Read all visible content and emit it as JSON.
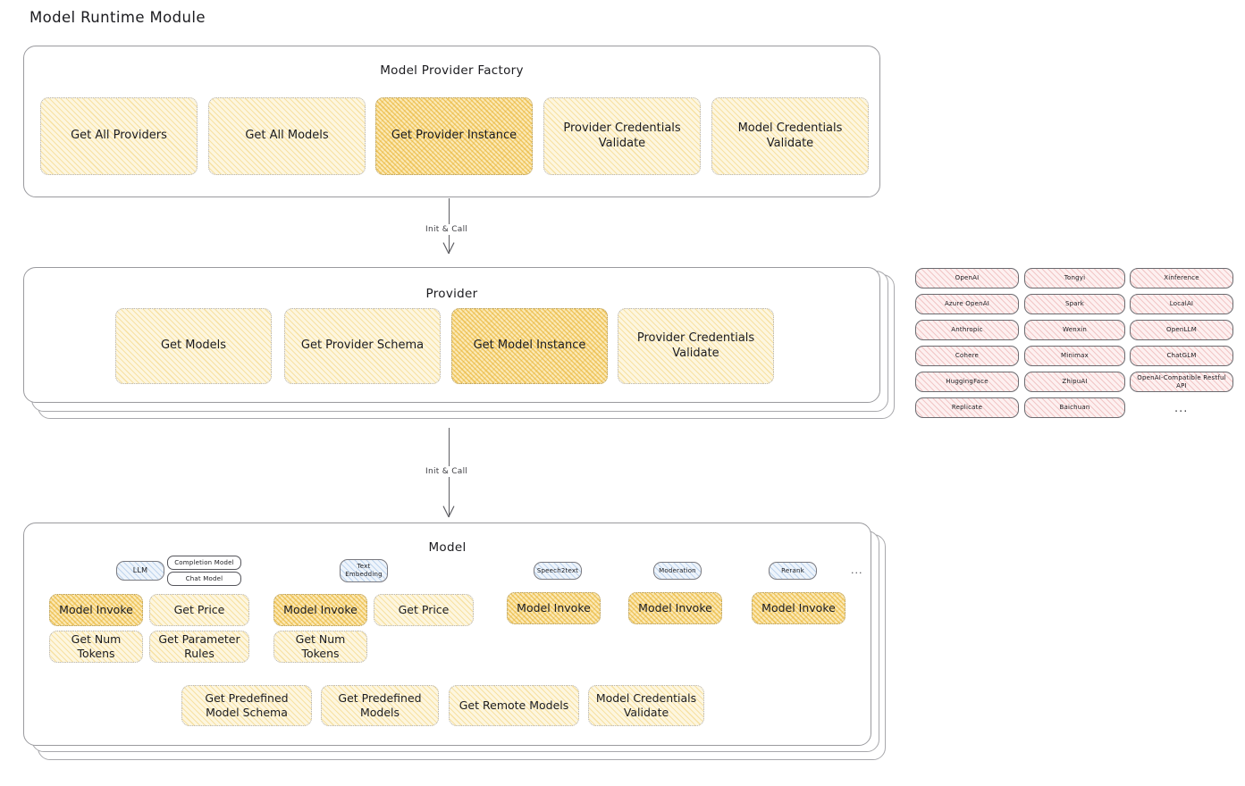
{
  "page": {
    "title": "Model Runtime Module"
  },
  "colors": {
    "highlight_fill": "#fbe9b6",
    "node_fill": "#fdf6df",
    "provider_fill": "#fdf0f0",
    "badge_fill": "#eef4fb",
    "stroke": "#1b1b1f"
  },
  "factory": {
    "title": "Model Provider Factory",
    "nodes": [
      {
        "label": "Get All Providers",
        "highlighted": false
      },
      {
        "label": "Get All Models",
        "highlighted": false
      },
      {
        "label": "Get Provider Instance",
        "highlighted": true
      },
      {
        "label": "Provider Credentials Validate",
        "highlighted": false
      },
      {
        "label": "Model Credentials Validate",
        "highlighted": false
      }
    ]
  },
  "arrows": [
    {
      "label": "Init & Call"
    },
    {
      "label": "Init & Call"
    }
  ],
  "provider": {
    "title": "Provider",
    "nodes": [
      {
        "label": "Get Models",
        "highlighted": false
      },
      {
        "label": "Get Provider Schema",
        "highlighted": false
      },
      {
        "label": "Get Model Instance",
        "highlighted": true
      },
      {
        "label": "Provider Credentials Validate",
        "highlighted": false
      }
    ]
  },
  "provider_list": {
    "columns": [
      [
        "OpenAI",
        "Azure OpenAI",
        "Anthropic",
        "Cohere",
        "HuggingFace",
        "Replicate"
      ],
      [
        "Tongyi",
        "Spark",
        "Wenxin",
        "Minimax",
        "ZhipuAI",
        "Baichuan"
      ],
      [
        "Xinference",
        "LocalAI",
        "OpenLLM",
        "ChatGLM",
        "OpenAI-Compatible Restful API"
      ]
    ],
    "more": "..."
  },
  "model": {
    "title": "Model",
    "more": "...",
    "types": [
      {
        "badge": "LLM",
        "sub_badges": [
          "Completion Model",
          "Chat Model"
        ],
        "methods": [
          {
            "label": "Model Invoke",
            "highlighted": true
          },
          {
            "label": "Get Price",
            "highlighted": false
          },
          {
            "label": "Get Num Tokens",
            "highlighted": false
          },
          {
            "label": "Get Parameter Rules",
            "highlighted": false
          }
        ]
      },
      {
        "badge": "Text Embedding",
        "sub_badges": [],
        "methods": [
          {
            "label": "Model Invoke",
            "highlighted": true
          },
          {
            "label": "Get Price",
            "highlighted": false
          },
          {
            "label": "Get Num Tokens",
            "highlighted": false
          }
        ]
      },
      {
        "badge": "Speech2text",
        "sub_badges": [],
        "methods": [
          {
            "label": "Model Invoke",
            "highlighted": true
          }
        ]
      },
      {
        "badge": "Moderation",
        "sub_badges": [],
        "methods": [
          {
            "label": "Model Invoke",
            "highlighted": true
          }
        ]
      },
      {
        "badge": "Rerank",
        "sub_badges": [],
        "methods": [
          {
            "label": "Model Invoke",
            "highlighted": true
          }
        ]
      }
    ],
    "shared_methods": [
      "Get Predefined Model Schema",
      "Get Predefined Models",
      "Get Remote Models",
      "Model Credentials Validate"
    ]
  }
}
